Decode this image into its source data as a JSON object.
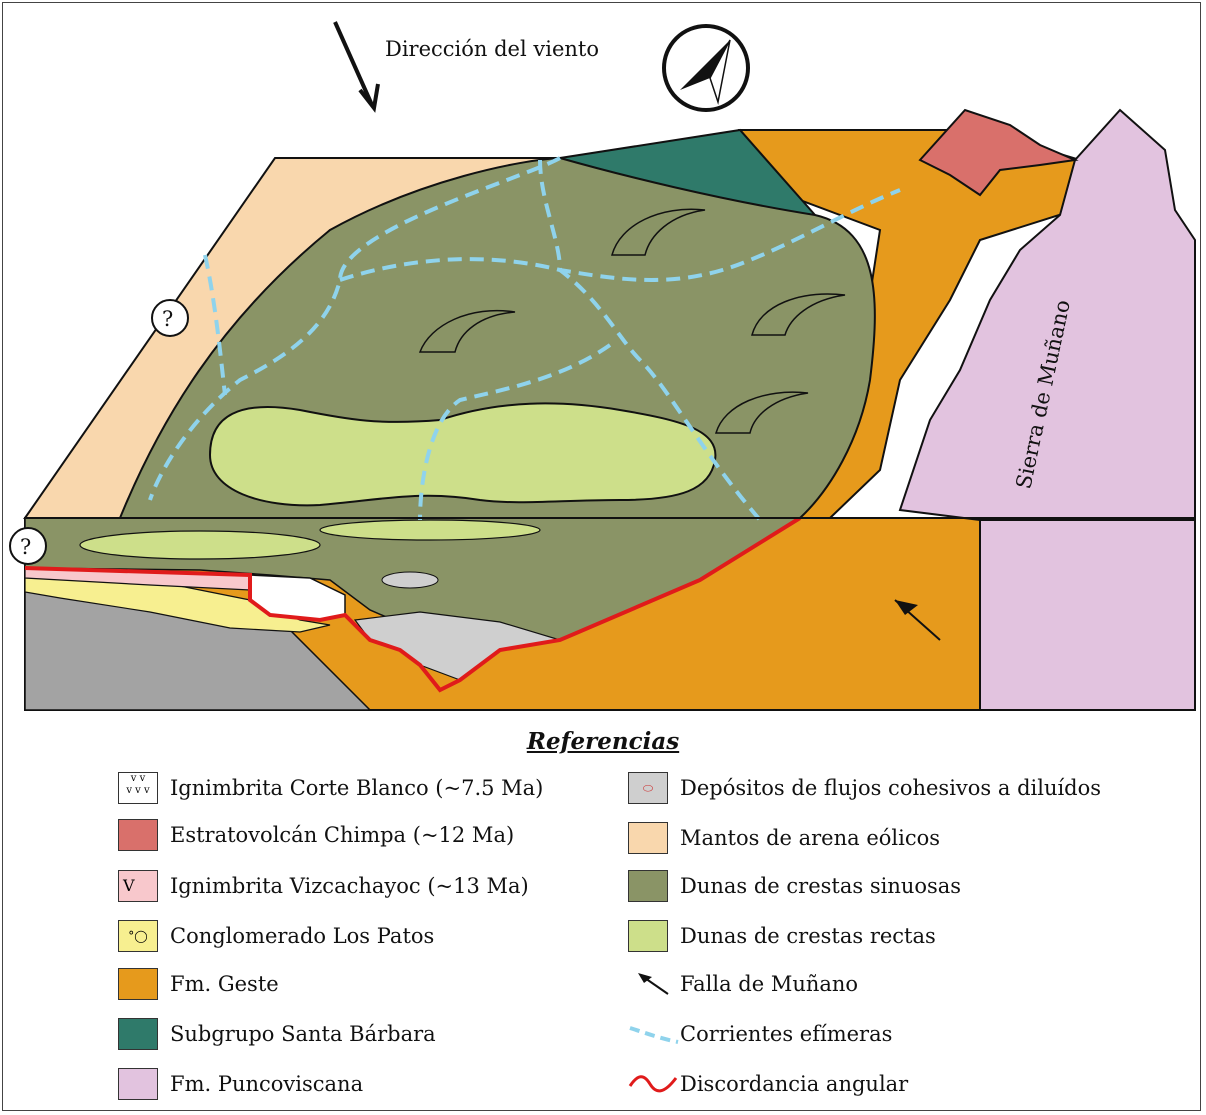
{
  "annotations": {
    "wind_direction": "Dirección del viento",
    "mountain_range": "Sierra de Muñano",
    "unknown_left": "?",
    "unknown_front": "?"
  },
  "legend": {
    "title": "Referencias",
    "left": [
      {
        "label": "Ignimbrita Corte Blanco  (~7.5 Ma)",
        "color": "#ffffff",
        "pattern": "v-white"
      },
      {
        "label": "Estratovolcán Chimpa (~12 Ma)",
        "color": "#d9706b",
        "pattern": "solid"
      },
      {
        "label": "Ignimbrita Vizcachayoc (~13 Ma)",
        "color": "#f8c8cc",
        "pattern": "v-pink"
      },
      {
        "label": "Conglomerado Los Patos",
        "color": "#f7ef90",
        "pattern": "pebbles"
      },
      {
        "label": "Fm. Geste",
        "color": "#e69a1c",
        "pattern": "solid"
      },
      {
        "label": "Subgrupo Santa Bárbara",
        "color": "#2f7a6a",
        "pattern": "solid"
      },
      {
        "label": "Fm. Puncoviscana",
        "color": "#e2c3df",
        "pattern": "solid"
      }
    ],
    "right": [
      {
        "label": "Depósitos de flujos cohesivos a diluídos",
        "color": "#cfcfcf",
        "pattern": "clast"
      },
      {
        "label": "Mantos de arena eólicos",
        "color": "#f9d7ad",
        "pattern": "solid"
      },
      {
        "label": "Dunas de crestas sinuosas",
        "color": "#8a9466",
        "pattern": "solid"
      },
      {
        "label": "Dunas de crestas rectas",
        "color": "#cddf8a",
        "pattern": "solid"
      },
      {
        "label": "Falla de Muñano",
        "color": "#111111",
        "pattern": "fault-arrow"
      },
      {
        "label": "Corrientes efímeras",
        "color": "#8fd3ec",
        "pattern": "dashed-line"
      },
      {
        "label": "Discordancia angular",
        "color": "#e01b1b",
        "pattern": "red-wave"
      }
    ]
  }
}
